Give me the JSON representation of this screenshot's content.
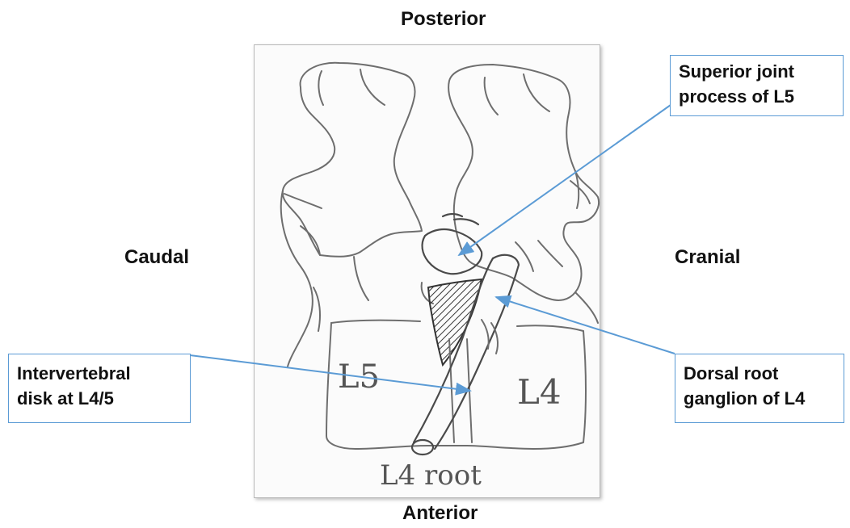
{
  "orientation": {
    "top": "Posterior",
    "bottom": "Anterior",
    "left": "Caudal",
    "right": "Cranial"
  },
  "callouts": {
    "superior_joint": [
      "Superior joint",
      "process of L5"
    ],
    "intervertebral_disk": [
      "Intervertebral",
      "disk at L4/5"
    ],
    "dorsal_root_ganglion": [
      "Dorsal root",
      "ganglion of L4"
    ]
  },
  "sketch_labels": {
    "l5": "L5",
    "l4": "L4",
    "root": "L4 root"
  },
  "colors": {
    "arrow": "#5b9bd5",
    "callout_border": "#5b9bd5",
    "sketch_line": "#6e6e6e"
  }
}
